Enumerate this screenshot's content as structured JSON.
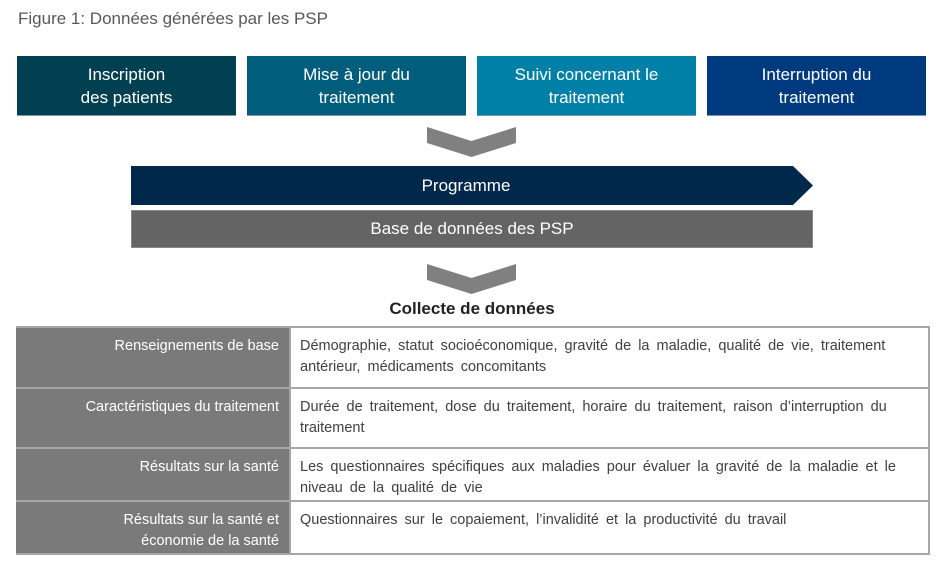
{
  "figure": {
    "title": "Figure 1: Données générées par les PSP"
  },
  "stages": [
    {
      "label": "Inscription\ndes patients",
      "color": "#004050"
    },
    {
      "label": "Mise à jour du\ntraitement",
      "color": "#005e7c"
    },
    {
      "label": "Suivi concernant le\ntraitement",
      "color": "#0080a6"
    },
    {
      "label": "Interruption du\ntraitement",
      "color": "#003a7e"
    }
  ],
  "program": {
    "label": "Programme",
    "color": "#00284a"
  },
  "database": {
    "label": "Base de données des PSP",
    "color": "#646464"
  },
  "collection": {
    "title": "Collecte de données",
    "rows": [
      {
        "category": "Renseignements  de base",
        "details": "Démographie, statut socioéconomique, gravité de la maladie, qualité de vie, traitement antérieur, médicaments concomitants"
      },
      {
        "category": "Caractéristiques  du traitement",
        "details": "Durée de traitement, dose du traitement, horaire du traitement, raison d’interruption du traitement"
      },
      {
        "category": "Résultats  sur la santé",
        "details": "Les questionnaires spécifiques aux maladies pour évaluer la gravité de la maladie et le niveau de la qualité de vie"
      },
      {
        "category": "Résultats  sur la santé et\néconomie  de la santé",
        "details": "Questionnaires sur le copaiement, l’invalidité et la productivité du travail"
      }
    ]
  },
  "icons": {
    "flow_arrow": "chevron-down-icon"
  }
}
